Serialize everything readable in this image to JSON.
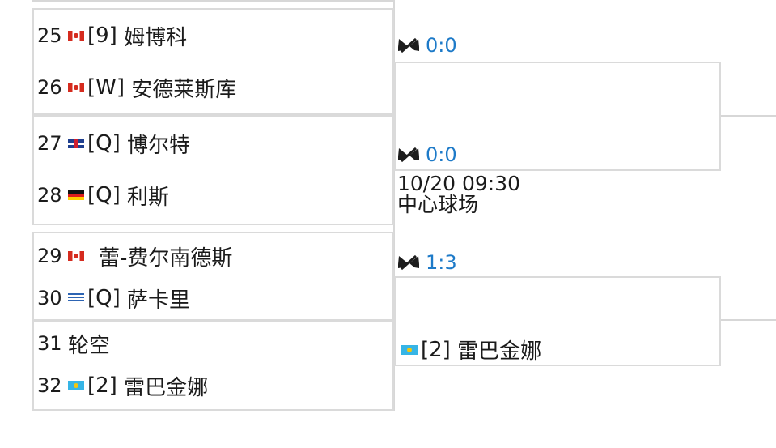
{
  "round1": [
    {
      "seed": "25",
      "flag": "ca",
      "tag": "[9]",
      "name": "姆博科"
    },
    {
      "seed": "26",
      "flag": "ca",
      "tag": "[W]",
      "name": "安德莱斯库"
    },
    {
      "seed": "27",
      "flag": "gb",
      "tag": "[Q]",
      "name": "博尔特"
    },
    {
      "seed": "28",
      "flag": "de",
      "tag": "[Q]",
      "name": "利斯"
    },
    {
      "seed": "29",
      "flag": "ca",
      "tag": "",
      "name": "蕾-费尔南德斯"
    },
    {
      "seed": "30",
      "flag": "gr",
      "tag": "[Q]",
      "name": "萨卡里"
    },
    {
      "seed": "31",
      "flag": "",
      "tag": "",
      "name": "轮空"
    },
    {
      "seed": "32",
      "flag": "kz",
      "tag": "[2]",
      "name": "雷巴金娜"
    }
  ],
  "round2": {
    "match1_score": "0:0",
    "match2_score": "0:0",
    "match2_time": "10/20 09:30",
    "match2_court": "中心球场",
    "match3_score": "1:3",
    "match4_winner": {
      "flag": "kz",
      "tag": "[2]",
      "name": "雷巴金娜"
    }
  }
}
